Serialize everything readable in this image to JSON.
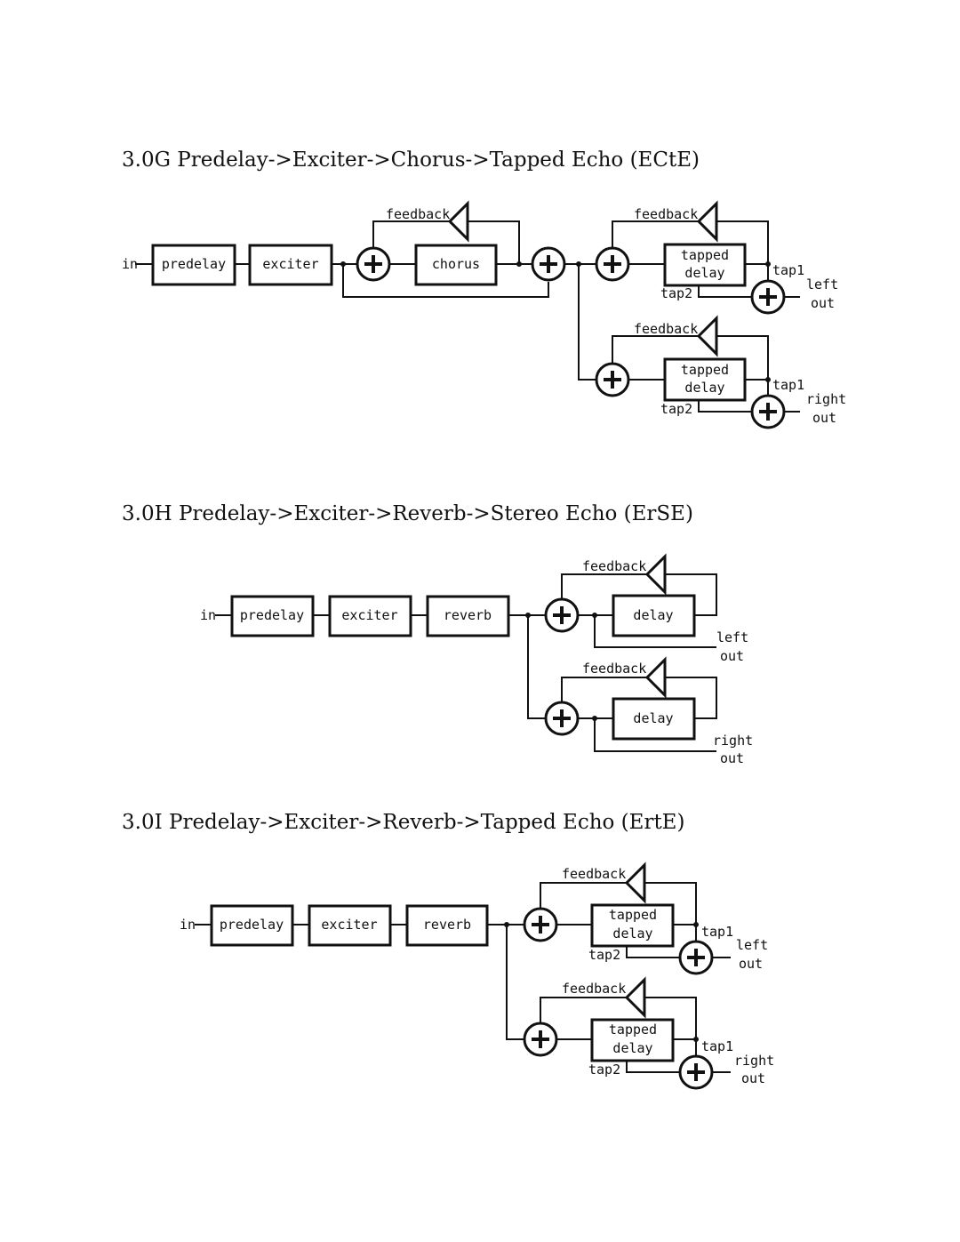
{
  "diagrams": [
    {
      "title": "3.0G Predelay->Exciter->Chorus->Tapped Echo (ECtE)",
      "labels": {
        "in": "in",
        "predelay": "predelay",
        "exciter": "exciter",
        "chorus": "chorus",
        "feedback_chorus": "feedback",
        "feedback_left": "feedback",
        "tapped_left": "tapped",
        "delay_left": "delay",
        "tap1_left": "tap1",
        "tap2_left": "tap2",
        "left": "left",
        "left_out": "out",
        "feedback_right": "feedback",
        "tapped_right": "tapped",
        "delay_right": "delay",
        "tap1_right": "tap1",
        "tap2_right": "tap2",
        "right": "right",
        "right_out": "out"
      }
    },
    {
      "title": "3.0H Predelay->Exciter->Reverb->Stereo Echo (ErSE)",
      "labels": {
        "in": "in",
        "predelay": "predelay",
        "exciter": "exciter",
        "reverb": "reverb",
        "feedback_left": "feedback",
        "delay_left": "delay",
        "left": "left",
        "left_out": "out",
        "feedback_right": "feedback",
        "delay_right": "delay",
        "right": "right",
        "right_out": "out"
      }
    },
    {
      "title": "3.0I Predelay->Exciter->Reverb->Tapped Echo (ErtE)",
      "labels": {
        "in": "in",
        "predelay": "predelay",
        "exciter": "exciter",
        "reverb": "reverb",
        "feedback_left": "feedback",
        "tapped_left": "tapped",
        "delay_left": "delay",
        "tap1_left": "tap1",
        "tap2_left": "tap2",
        "left": "left",
        "left_out": "out",
        "feedback_right": "feedback",
        "tapped_right": "tapped",
        "delay_right": "delay",
        "tap1_right": "tap1",
        "tap2_right": "tap2",
        "right": "right",
        "right_out": "out"
      }
    }
  ]
}
